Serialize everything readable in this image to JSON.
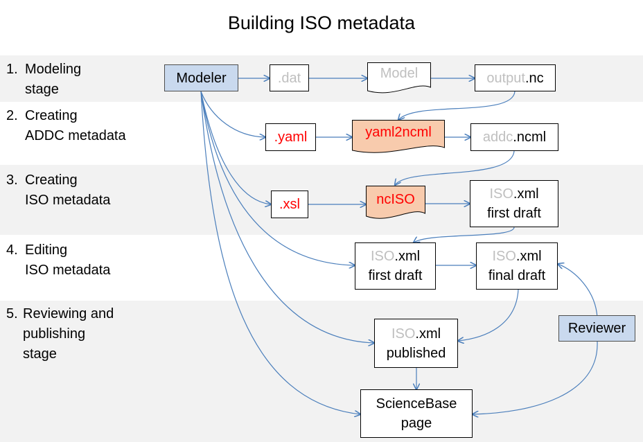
{
  "title": "Building ISO metadata",
  "stages": [
    {
      "num": "1.",
      "lines": [
        "Modeling",
        "stage"
      ]
    },
    {
      "num": "2.",
      "lines": [
        "Creating",
        "ADDC metadata"
      ]
    },
    {
      "num": "3.",
      "lines": [
        "Creating",
        "ISO metadata"
      ]
    },
    {
      "num": "4.",
      "lines": [
        "Editing",
        "ISO metadata"
      ]
    },
    {
      "num": "5.",
      "lines": [
        "Reviewing and",
        "publishing",
        "stage"
      ]
    }
  ],
  "nodes": {
    "modeler": "Modeler",
    "dat": ".dat",
    "model": "Model",
    "output_prefix": "output",
    "output_suffix": ".nc",
    "yaml": ".yaml",
    "yaml2ncml": "yaml2ncml",
    "addc_prefix": "addc",
    "addc_suffix": ".ncml",
    "xsl": ".xsl",
    "nciso": "ncISO",
    "iso_prefix": "ISO",
    "iso_suffix": ".xml",
    "first_draft": "first draft",
    "final_draft": "final draft",
    "published": "published",
    "reviewer": "Reviewer",
    "sciencebase_line1": "ScienceBase",
    "sciencebase_line2": "page"
  },
  "colors": {
    "role_fill": "#c9d9ee",
    "tool_fill": "#f8cbad",
    "band_fill": "#f2f2f2",
    "arrow": "#4a7ebb",
    "red_text": "#ff0000",
    "gray_text": "#bfbfbf"
  }
}
